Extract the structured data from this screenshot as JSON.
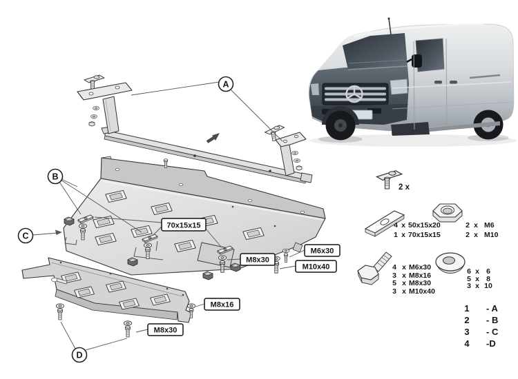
{
  "colors": {
    "background": "#ffffff",
    "line": "#2f2f2f",
    "plate_light": "#dedede",
    "plate_shadow": "#c7c7c7",
    "van_body_silver": "#c9ced3",
    "van_front_dark": "#49525a"
  },
  "callouts": {
    "a": "A",
    "b": "B",
    "c": "C",
    "d": "D"
  },
  "diagram_labels": {
    "spacer_size": "70x15x15",
    "bolt_mid": "M8x30",
    "bolt_m6": "M6x30",
    "bolt_m10": "M10x40",
    "bolt_m8x16": "M8x16",
    "bolt_bottom": "M8x30"
  },
  "parts_list": {
    "clamp_qty": "2 x",
    "spacer_rows": [
      {
        "qty": "4",
        "times": "x",
        "size": "50x15x20"
      },
      {
        "qty": "1",
        "times": "x",
        "size": "70x15x15"
      }
    ],
    "nut_rows": [
      {
        "qty": "2",
        "times": "x",
        "size": "M6"
      },
      {
        "qty": "2",
        "times": "x",
        "size": "M10"
      }
    ],
    "bolt_rows": [
      {
        "qty": "4",
        "times": "x",
        "size": "M6x30"
      },
      {
        "qty": "3",
        "times": "x",
        "size": "M8x16"
      },
      {
        "qty": "5",
        "times": "x",
        "size": "M8x30"
      },
      {
        "qty": "3",
        "times": "x",
        "size": "M10x40"
      }
    ],
    "washer_rows": [
      {
        "qty": "6",
        "times": "x",
        "size": "6"
      },
      {
        "qty": "5",
        "times": "x",
        "size": "8"
      },
      {
        "qty": "3",
        "times": "x",
        "size": "10"
      }
    ],
    "legend": [
      {
        "num": "1",
        "ref": "- A"
      },
      {
        "num": "2",
        "ref": "- B"
      },
      {
        "num": "3",
        "ref": "- C"
      },
      {
        "num": "4",
        "ref": "-D"
      }
    ]
  },
  "icons": {
    "clamp": "t-clamp-icon",
    "spacer": "spacer-plate-icon",
    "nut": "hex-nut-icon",
    "bolt": "hex-bolt-icon",
    "washer": "washer-icon",
    "star": "mercedes-star-icon",
    "arrow": "direction-arrow-icon"
  }
}
